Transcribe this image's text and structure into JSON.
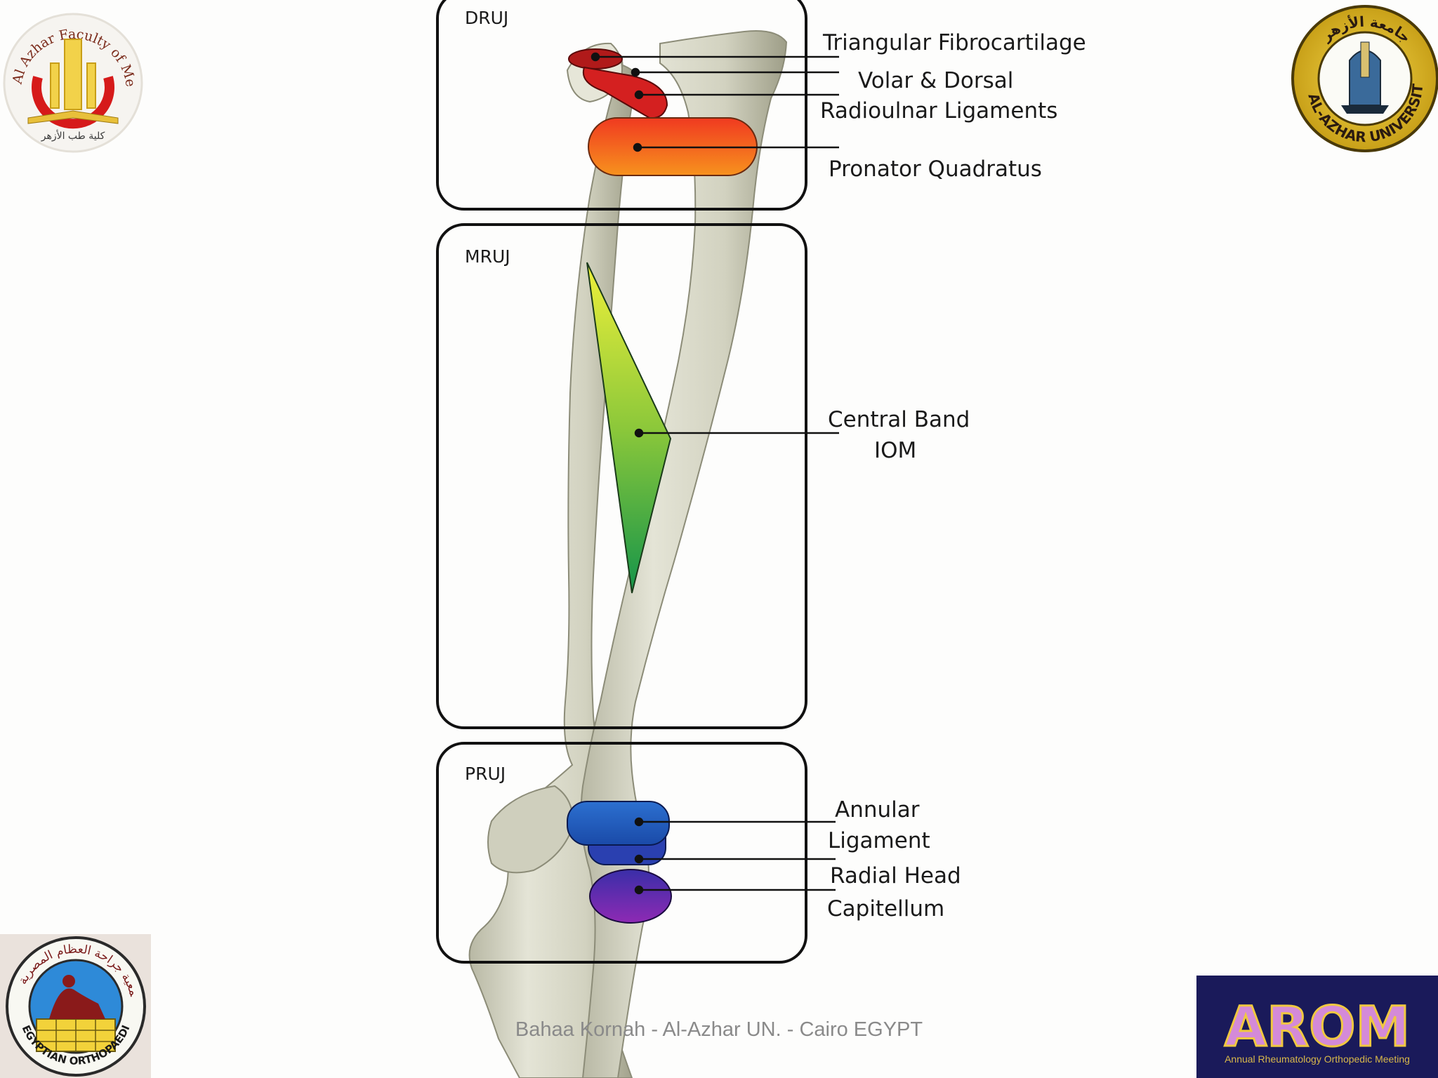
{
  "regions": {
    "druj": "DRUJ",
    "mruj": "MRUJ",
    "pruj": "PRUJ"
  },
  "labels": {
    "triangular_fibrocartilage": "Triangular Fibrocartilage",
    "volar_dorsal_1": "Volar & Dorsal",
    "volar_dorsal_2": "Radioulnar Ligaments",
    "pronator_quadratus": "Pronator Quadratus",
    "central_band_1": "Central Band",
    "central_band_2": "IOM",
    "annular_1": "Annular",
    "annular_2": "Ligament",
    "radial_head": "Radial Head",
    "capitellum": "Capitellum"
  },
  "footer": {
    "credit": "Bahaa Kornah - Al-Azhar UN. - Cairo EGYPT"
  },
  "logos": {
    "faculty": "Al Azhar Faculty of Medicine",
    "faculty_arabic": "كلية طب الأزهر",
    "university": "AL-AZHAR UNIVERSITY",
    "university_arabic": "جامعة الأزهر",
    "egyptian_ortho": "EGYPTIAN ORTHOPAEDIC ASSOCIATION",
    "egyptian_ortho_arabic": "جمعية جراحة العظام المصرية",
    "arom": "AROM",
    "arom_sub": "Annual Rheumatology Orthopedic Meeting"
  },
  "colors": {
    "tfcc": "#b01a1a",
    "radioulnar": "#d42020",
    "pronator_top": "#f03a20",
    "pronator_bottom": "#f7921e",
    "iom_top": "#e8ec3a",
    "iom_bottom": "#16984a",
    "annular": "#1f5cc0",
    "radial_head": "#2a40b0",
    "capitellum_top": "#3a2aa8",
    "capitellum_bottom": "#8a2ab0",
    "bone": "#d8d8c8",
    "bone_shadow": "#a9a993"
  }
}
